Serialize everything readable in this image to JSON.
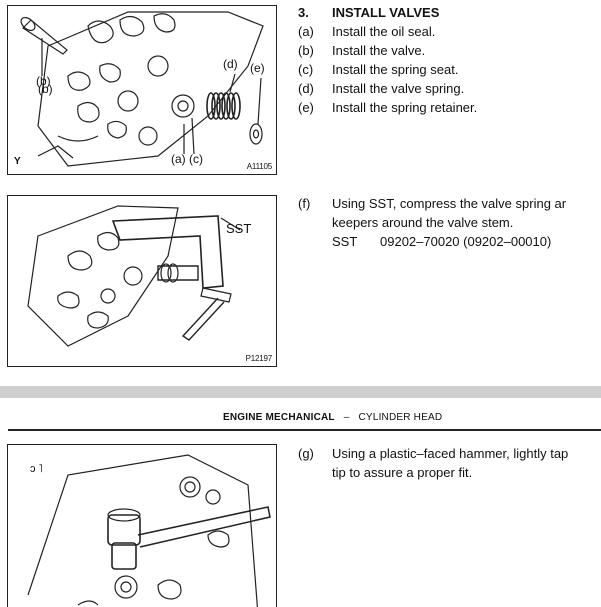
{
  "top": {
    "section": {
      "number": "3.",
      "title": "INSTALL VALVES"
    },
    "steps": [
      {
        "key": "(a)",
        "text": "Install the oil seal."
      },
      {
        "key": "(b)",
        "text": "Install the valve."
      },
      {
        "key": "(c)",
        "text": "Install the spring seat."
      },
      {
        "key": "(d)",
        "text": "Install the valve spring."
      },
      {
        "key": "(e)",
        "text": "Install the spring retainer."
      }
    ],
    "step_f": {
      "key": "(f)",
      "line1": "Using SST, compress the valve spring ar",
      "line2": "keepers around the valve stem.",
      "sst_label": "SST",
      "sst_value": "09202–70020 (09202–00010)"
    },
    "figure1": {
      "code": "A11105",
      "corner": "Y",
      "labels": {
        "b1": "(b)",
        "b2": "(b)",
        "d": "(d)",
        "e": "(e)",
        "ac": "(a) (c)"
      }
    },
    "figure2": {
      "code": "P12197",
      "label": "SST"
    }
  },
  "bottom": {
    "header": {
      "section": "ENGINE MECHANICAL",
      "sep": "–",
      "subsection": "CYLINDER HEAD"
    },
    "step_g": {
      "key": "(g)",
      "line1": "Using a plastic–faced hammer, lightly tap",
      "line2": "tip to assure a proper fit."
    },
    "figure3": {
      "mark": "ɔ ˥"
    }
  }
}
